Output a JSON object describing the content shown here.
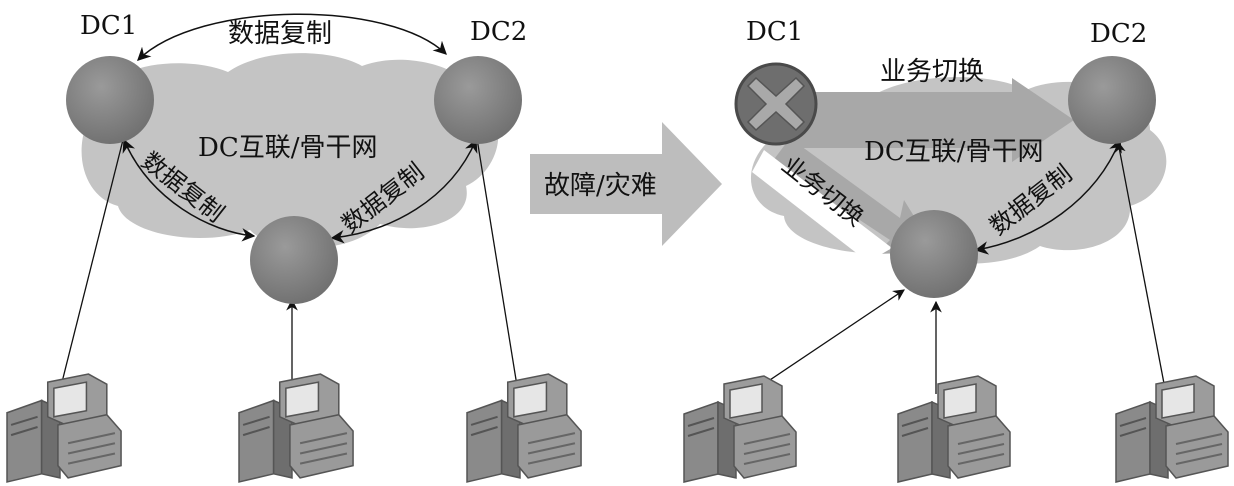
{
  "left_panel": {
    "dc1_label": "DC1",
    "dc2_label": "DC2",
    "top_arc_label": "数据复制",
    "cloud_label": "DC互联/骨干网",
    "left_arc_label": "数据复制",
    "right_arc_label": "数据复制"
  },
  "middle": {
    "arrow_label": "故障/灾难"
  },
  "right_panel": {
    "dc1_label": "DC1",
    "dc2_label": "DC2",
    "switch_top_label": "业务切换",
    "switch_diag_label": "业务切换",
    "cloud_label": "DC互联/骨干网",
    "arc_label": "数据复制"
  },
  "colors": {
    "cloud": "#c4c4c4",
    "node": "#7f7f7f",
    "node_failed": "#6e6e6e",
    "arrow": "#bdbdbd",
    "line": "#111111"
  },
  "icons": [
    "datacenter-node",
    "failed-node-x-icon",
    "workstation-icon",
    "cloud-network"
  ]
}
